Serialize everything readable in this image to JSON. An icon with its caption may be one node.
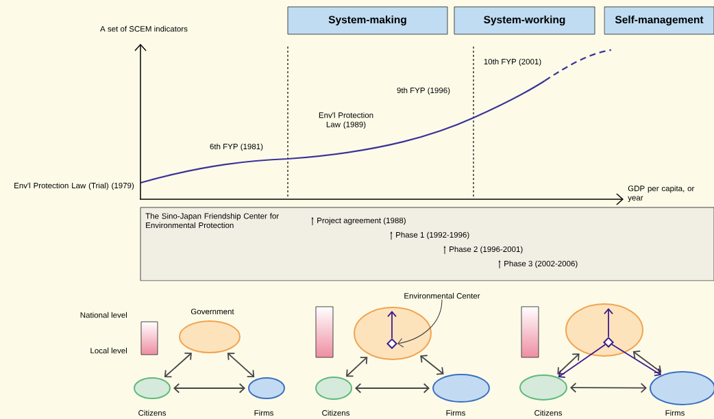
{
  "diagram": {
    "nodes": [
      {
        "text": [
          "System-making"
        ]
      },
      {
        "text": [
          "System-working"
        ]
      },
      {
        "text": [
          "Self-management"
        ]
      },
      {
        "text": [
          "The Sino-Japan Friendship Center for Environmental Protection",
          "Project agreement (1988)",
          "Phase 1 (1992-1996)",
          "Phase 2 (1996-2001)",
          "Phase 3 (2002-2006)"
        ]
      },
      {
        "text": [
          "Government"
        ]
      },
      {
        "text": [
          "Citizens"
        ]
      },
      {
        "text": [
          "Firms"
        ]
      },
      {
        "text": [],
        "shape": "ellipse"
      },
      {
        "text": [
          "Citizens"
        ]
      },
      {
        "text": [
          "Firms"
        ]
      },
      {
        "text": [
          "Environmental Center"
        ]
      },
      {
        "text": [],
        "shape": "diamond",
        "in": 7
      },
      {
        "text": [],
        "shape": "ellipse"
      },
      {
        "text": [
          "Citizens"
        ]
      },
      {
        "text": [
          "Firms"
        ]
      },
      {
        "text": [],
        "shape": "diamond",
        "in": 12
      }
    ],
    "edges": [
      {
        "from": 4,
        "to": 5,
        "arrow": "both"
      },
      {
        "from": 4,
        "to": 6,
        "arrow": "both"
      },
      {
        "from": 5,
        "to": 6,
        "arrow": "both"
      },
      {
        "from": 7,
        "to": 8,
        "arrow": "both"
      },
      {
        "from": 7,
        "to": 9,
        "arrow": "both"
      },
      {
        "from": 8,
        "to": 9,
        "arrow": "both"
      },
      {
        "from": 10,
        "to": 11,
        "arrow": "to"
      },
      {
        "from": 11,
        "to": null,
        "arrow": "to",
        "color": "#3a1a8c"
      },
      {
        "from": 12,
        "to": 13,
        "arrow": "both"
      },
      {
        "from": 12,
        "to": 14,
        "arrow": "both"
      },
      {
        "from": 13,
        "to": 14,
        "arrow": "both"
      },
      {
        "from": 15,
        "to": null,
        "arrow": "to",
        "color": "#3a1a8c"
      },
      {
        "from": 15,
        "to": 13,
        "arrow": "to",
        "color": "#3a1a8c"
      },
      {
        "from": 15,
        "to": 14,
        "arrow": "to",
        "color": "#3a1a8c"
      }
    ],
    "labels": [
      "A set of SCEM indicators",
      "10th FYP (2001)",
      "9th FYP (1996)",
      "Env'l Protection Law (1989)",
      "6th FYP (1981)",
      "Env'l Protection Law (Trial) (1979)",
      "GDP per capita, or year",
      "National level",
      "Local level"
    ]
  }
}
